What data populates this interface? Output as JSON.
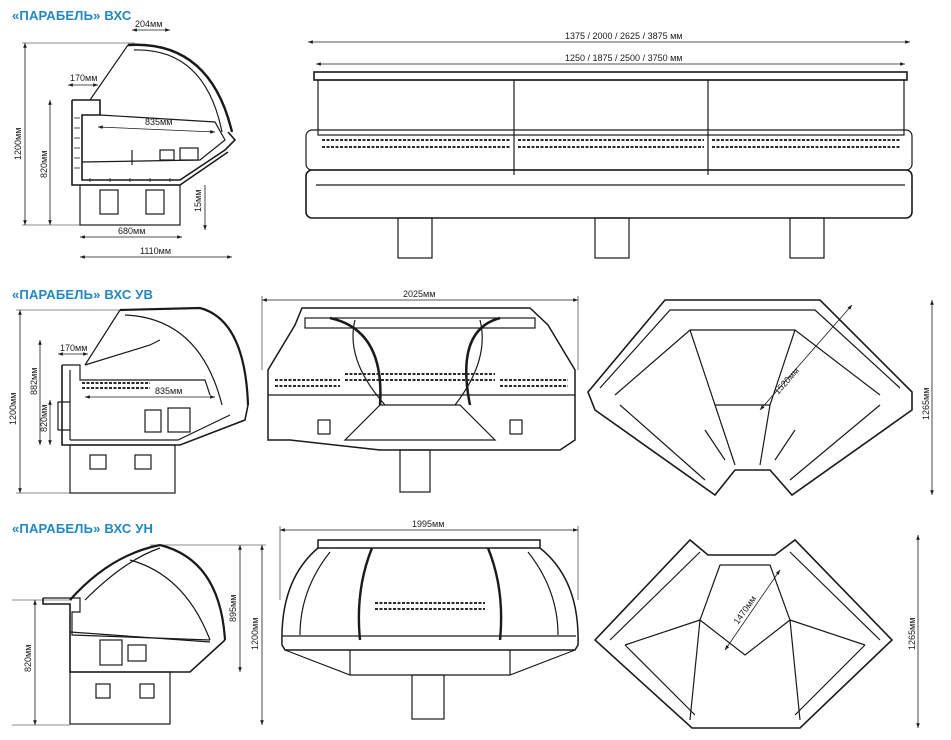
{
  "colors": {
    "title": "#1e88c8",
    "line": "#1a1a1a",
    "panel": "#f4f4f4",
    "grille": "#2b2b2b"
  },
  "sections": [
    {
      "title": "«ПАРАБЕЛЬ» ВХС",
      "side_dims": [
        "204мм",
        "170мм",
        "835мм",
        "1200мм",
        "820мм",
        "15мм",
        "680мм",
        "1110мм"
      ],
      "front_dims": [
        "1375 / 2000 / 2625 / 3875 мм",
        "1250 / 1875 / 2500 / 3750 мм"
      ]
    },
    {
      "title": "«ПАРАБЕЛЬ» ВХС УВ",
      "side_dims": [
        "170мм",
        "882мм",
        "1200мм",
        "820мм",
        "835мм"
      ],
      "front_dims": [
        "2025мм"
      ],
      "plan_dims": [
        "1520мм",
        "1265мм"
      ]
    },
    {
      "title": "«ПАРАБЕЛЬ» ВХС УН",
      "side_dims": [
        "895мм",
        "1200мм",
        "820мм"
      ],
      "front_dims": [
        "1995мм"
      ],
      "plan_dims": [
        "1470мм",
        "1265мм"
      ]
    }
  ]
}
